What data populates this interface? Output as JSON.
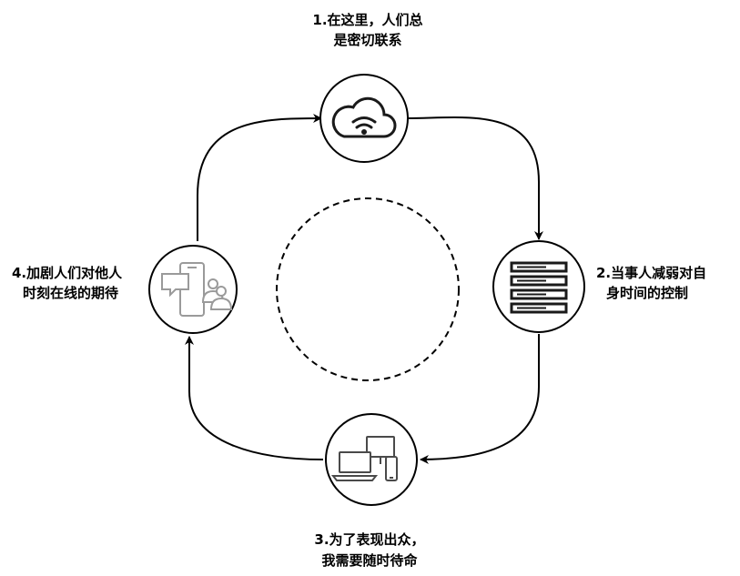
{
  "diagram": {
    "nodes": [
      {
        "id": "top",
        "icon": "cloud-wifi-icon",
        "label_lines": [
          "1.在这里，人们总",
          "是密切联系"
        ]
      },
      {
        "id": "right",
        "icon": "server-rack-icon",
        "label_lines": [
          "2.当事人减弱对自",
          "身时间的控制"
        ]
      },
      {
        "id": "bottom",
        "icon": "multiple-devices-icon",
        "label_lines": [
          "3.为了表现出众，",
          "我需要随时待命"
        ]
      },
      {
        "id": "left",
        "icon": "phone-chat-users-icon",
        "label_lines": [
          "4.加剧人们对他人",
          "时刻在线的期待"
        ]
      }
    ],
    "center_circle": "dashed",
    "colors": {
      "stroke": "#000000",
      "icon": "#1a1a1a",
      "icon_light": "#b0b0b0",
      "background": "#ffffff"
    }
  }
}
